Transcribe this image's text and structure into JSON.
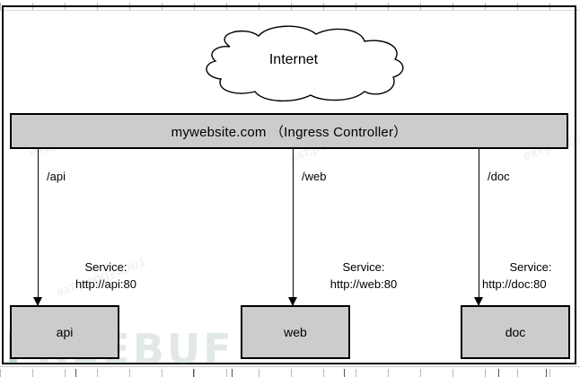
{
  "diagram": {
    "title_node": "Internet",
    "ingress": {
      "label": "mywebsite.com （Ingress Controller）",
      "fill": "#cccccc",
      "stroke": "#000000"
    },
    "routes": [
      {
        "path_label": "/api",
        "service_caption": "Service:",
        "service_url": "http://api:80",
        "backend": "api"
      },
      {
        "path_label": "/web",
        "service_caption": "Service:",
        "service_url": "http://web:80",
        "backend": "web"
      },
      {
        "path_label": "/doc",
        "service_caption": "Service:",
        "service_url": "http://doc:80",
        "backend": "doc"
      }
    ],
    "watermarks": {
      "author": "ext.pengyapu1",
      "brand_lead": "F",
      "brand_rest": "REEBUF"
    },
    "colors": {
      "box_fill": "#cccccc",
      "line": "#000000",
      "background": "#ffffff"
    }
  }
}
